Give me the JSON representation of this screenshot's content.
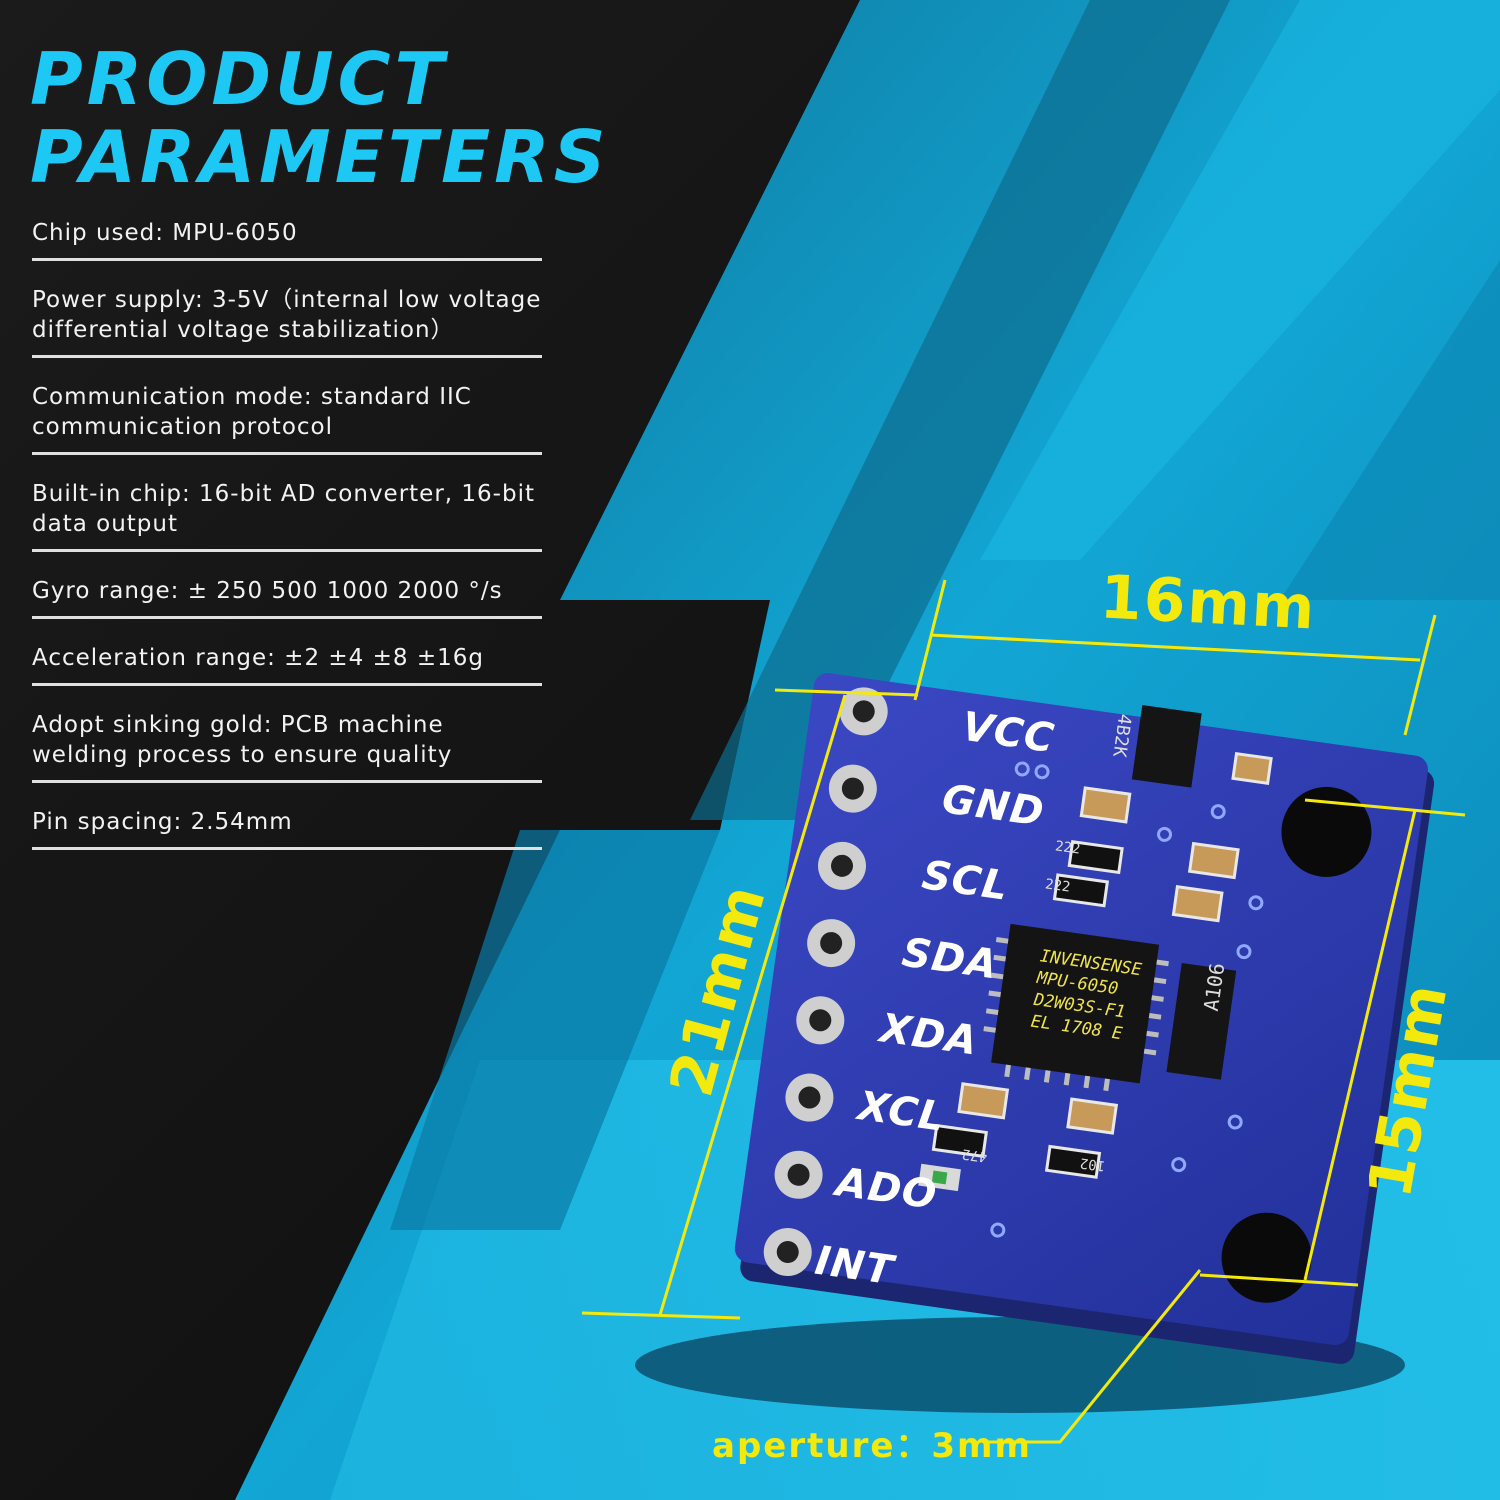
{
  "title_line1": "PRODUCT",
  "title_line2": "PARAMETERS",
  "params": [
    {
      "text": "Chip used: MPU-6050"
    },
    {
      "text": "Power supply: 3-5V（internal low voltage differential voltage stabilization）"
    },
    {
      "text": "Communication mode: standard IIC communication protocol"
    },
    {
      "text": "Built-in chip: 16-bit AD converter, 16-bit data output"
    },
    {
      "text": "Gyro range: ± 250 500 1000 2000 °/s"
    },
    {
      "text": "Acceleration range: ±2 ±4 ±8 ±16g"
    },
    {
      "text": "Adopt sinking gold: PCB machine welding process to ensure quality"
    },
    {
      "text": "Pin spacing: 2.54mm"
    }
  ],
  "dimensions": {
    "width": "16mm",
    "height": "21mm",
    "hole_spacing": "15mm",
    "aperture": "aperture：3mm"
  },
  "pins": [
    "VCC",
    "GND",
    "SCL",
    "SDA",
    "XDA",
    "XCL",
    "ADO",
    "INT"
  ],
  "chip_markings": {
    "line1": "INVENSENSE",
    "line2": "MPU-6050",
    "line3": "D2W03S-F1",
    "line4": "EL  1708 E"
  },
  "components": {
    "regulator": "4B2K",
    "res1": "222",
    "res2": "222",
    "res3": "472",
    "res4": "102",
    "side_chip": "A106"
  },
  "colors": {
    "accent_cyan": "#1ec8f5",
    "dimension_yellow": "#f4e90c",
    "pcb_blue": "#2f3fb0",
    "background_dark": "#111111"
  }
}
